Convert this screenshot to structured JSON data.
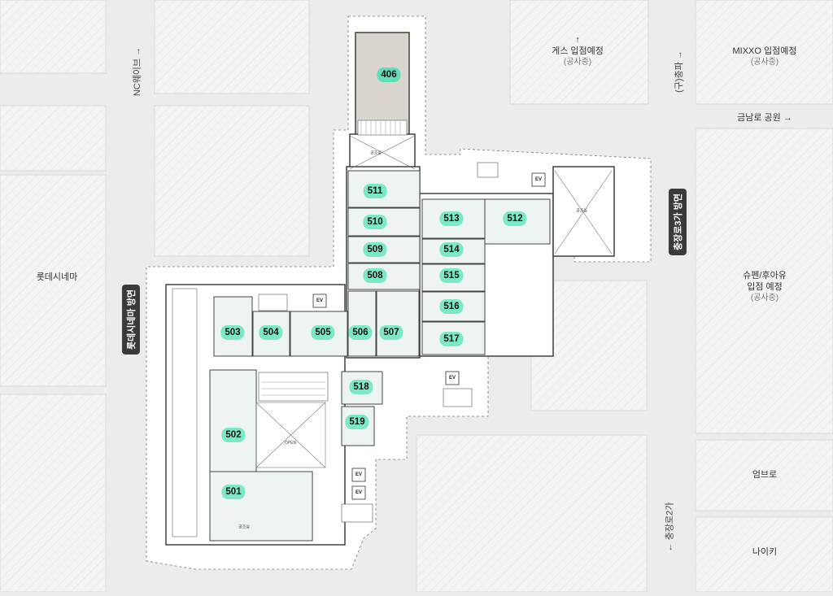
{
  "surroundings": {
    "lotte_cinema": "롯데시네마",
    "guess_store": "게스 입점예정",
    "guess_status": "(공사중)",
    "mixxo_store": "MIXXO 입점예정",
    "mixxo_status": "(공사중)",
    "spen_line1": "슈펜/후아유",
    "spen_line2": "입점 예정",
    "spen_status": "(공사중)",
    "umbro": "엄브로",
    "nike": "나이키",
    "geumnam_park": "금남로 공원 →",
    "old_chungpa": "(구)충파 →",
    "nc_wave": "NC웨이브 →",
    "chungjangro2": "← 충장로2가",
    "lotte_side_tag": "롯데시네마 방면",
    "chungjang3_tag": "충장로3가 방면",
    "arrow_up": "↑"
  },
  "units": [
    {
      "id": "406",
      "label": "406"
    },
    {
      "id": "501",
      "label": "501"
    },
    {
      "id": "502",
      "label": "502"
    },
    {
      "id": "503",
      "label": "503"
    },
    {
      "id": "504",
      "label": "504"
    },
    {
      "id": "505",
      "label": "505"
    },
    {
      "id": "506",
      "label": "506"
    },
    {
      "id": "507",
      "label": "507"
    },
    {
      "id": "508",
      "label": "508"
    },
    {
      "id": "509",
      "label": "509"
    },
    {
      "id": "510",
      "label": "510"
    },
    {
      "id": "511",
      "label": "511"
    },
    {
      "id": "512",
      "label": "512"
    },
    {
      "id": "513",
      "label": "513"
    },
    {
      "id": "514",
      "label": "514"
    },
    {
      "id": "515",
      "label": "515"
    },
    {
      "id": "516",
      "label": "516"
    },
    {
      "id": "517",
      "label": "517"
    },
    {
      "id": "518",
      "label": "518"
    },
    {
      "id": "519",
      "label": "519"
    }
  ],
  "facilities": {
    "open_label": "OPEN",
    "restroom_label": "공조실",
    "ev_label": "EV"
  },
  "colors": {
    "unit_badge": "#7ce8c8",
    "unit_fill": "#eef3f3",
    "selected_fill": "#d9d6d0",
    "background": "#ececec"
  }
}
